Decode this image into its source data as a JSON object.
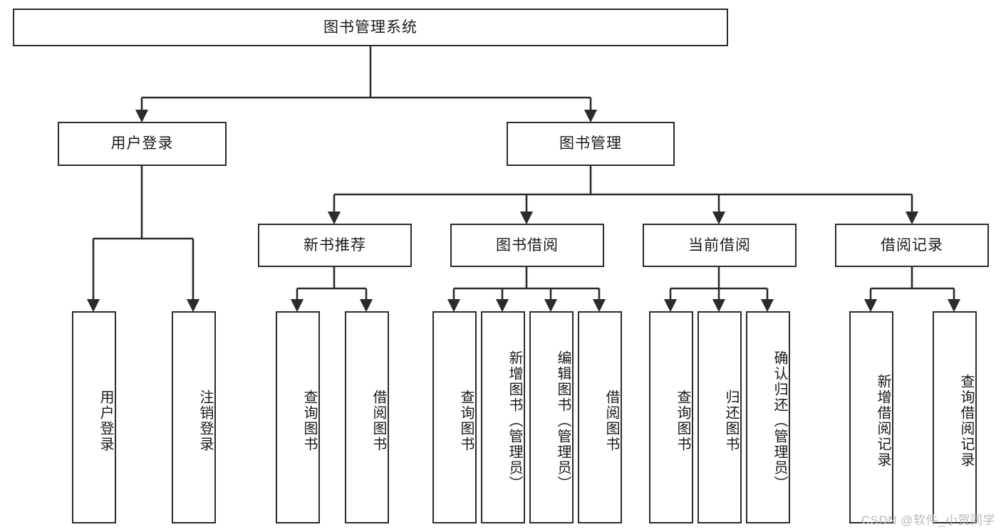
{
  "diagram": {
    "type": "tree-hierarchy",
    "title": "图书管理系统",
    "root": {
      "label": "图书管理系统"
    },
    "level2": [
      {
        "label": "用户登录"
      },
      {
        "label": "图书管理"
      }
    ],
    "level3": [
      {
        "label": "新书推荐"
      },
      {
        "label": "图书借阅"
      },
      {
        "label": "当前借阅"
      },
      {
        "label": "借阅记录"
      }
    ],
    "leaves": {
      "user_login": [
        {
          "label": "用户登录"
        },
        {
          "label": "注销登录"
        }
      ],
      "new_book": [
        {
          "label": "查询图书"
        },
        {
          "label": "借阅图书"
        }
      ],
      "book_borrow": [
        {
          "label": "查询图书"
        },
        {
          "label": "新增图书（管理员）"
        },
        {
          "label": "编辑图书（管理员）"
        },
        {
          "label": "借阅图书"
        }
      ],
      "current_borrow": [
        {
          "label": "查询图书"
        },
        {
          "label": "归还图书"
        },
        {
          "label": "确认归还（管理员）"
        }
      ],
      "borrow_record": [
        {
          "label": "新增借阅记录"
        },
        {
          "label": "查询借阅记录"
        }
      ]
    }
  },
  "watermark": {
    "text": "CSDN @软件_小贺同学"
  },
  "colors": {
    "border": "#2b2b2b",
    "background": "#ffffff",
    "text": "#1a1a1a",
    "watermark": "#b9b9b9"
  }
}
